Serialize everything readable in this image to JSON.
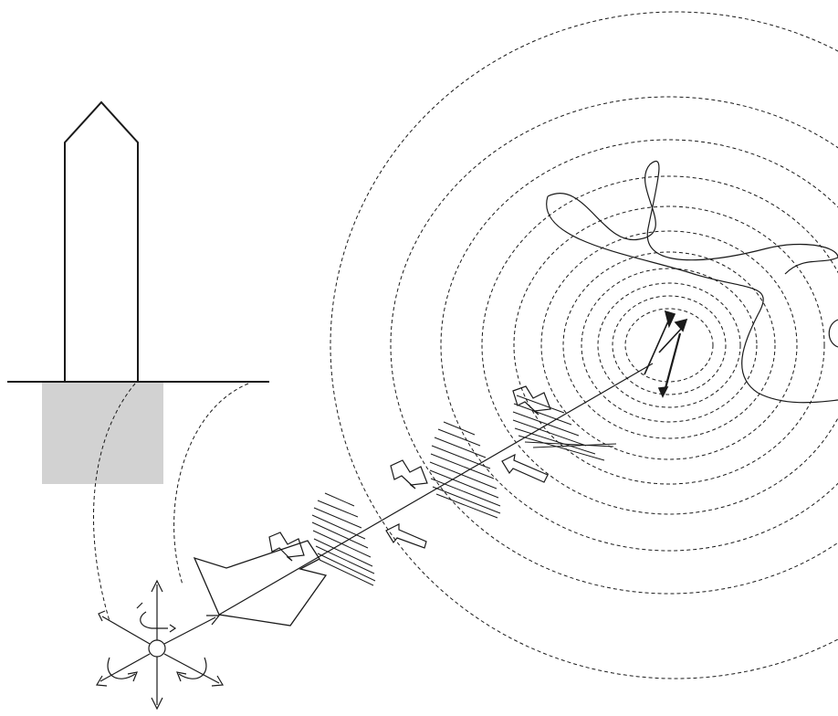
{
  "diagram": {
    "components": [
      "building",
      "ground-line",
      "foundation",
      "seismic-wavefronts",
      "fault-rupture",
      "wave-ray",
      "compression-arrows",
      "ground-motion-symbol"
    ],
    "colors": {
      "stroke": "#1a1a1a",
      "foundation_fill": "#d2d2d2",
      "background": "#ffffff"
    }
  }
}
